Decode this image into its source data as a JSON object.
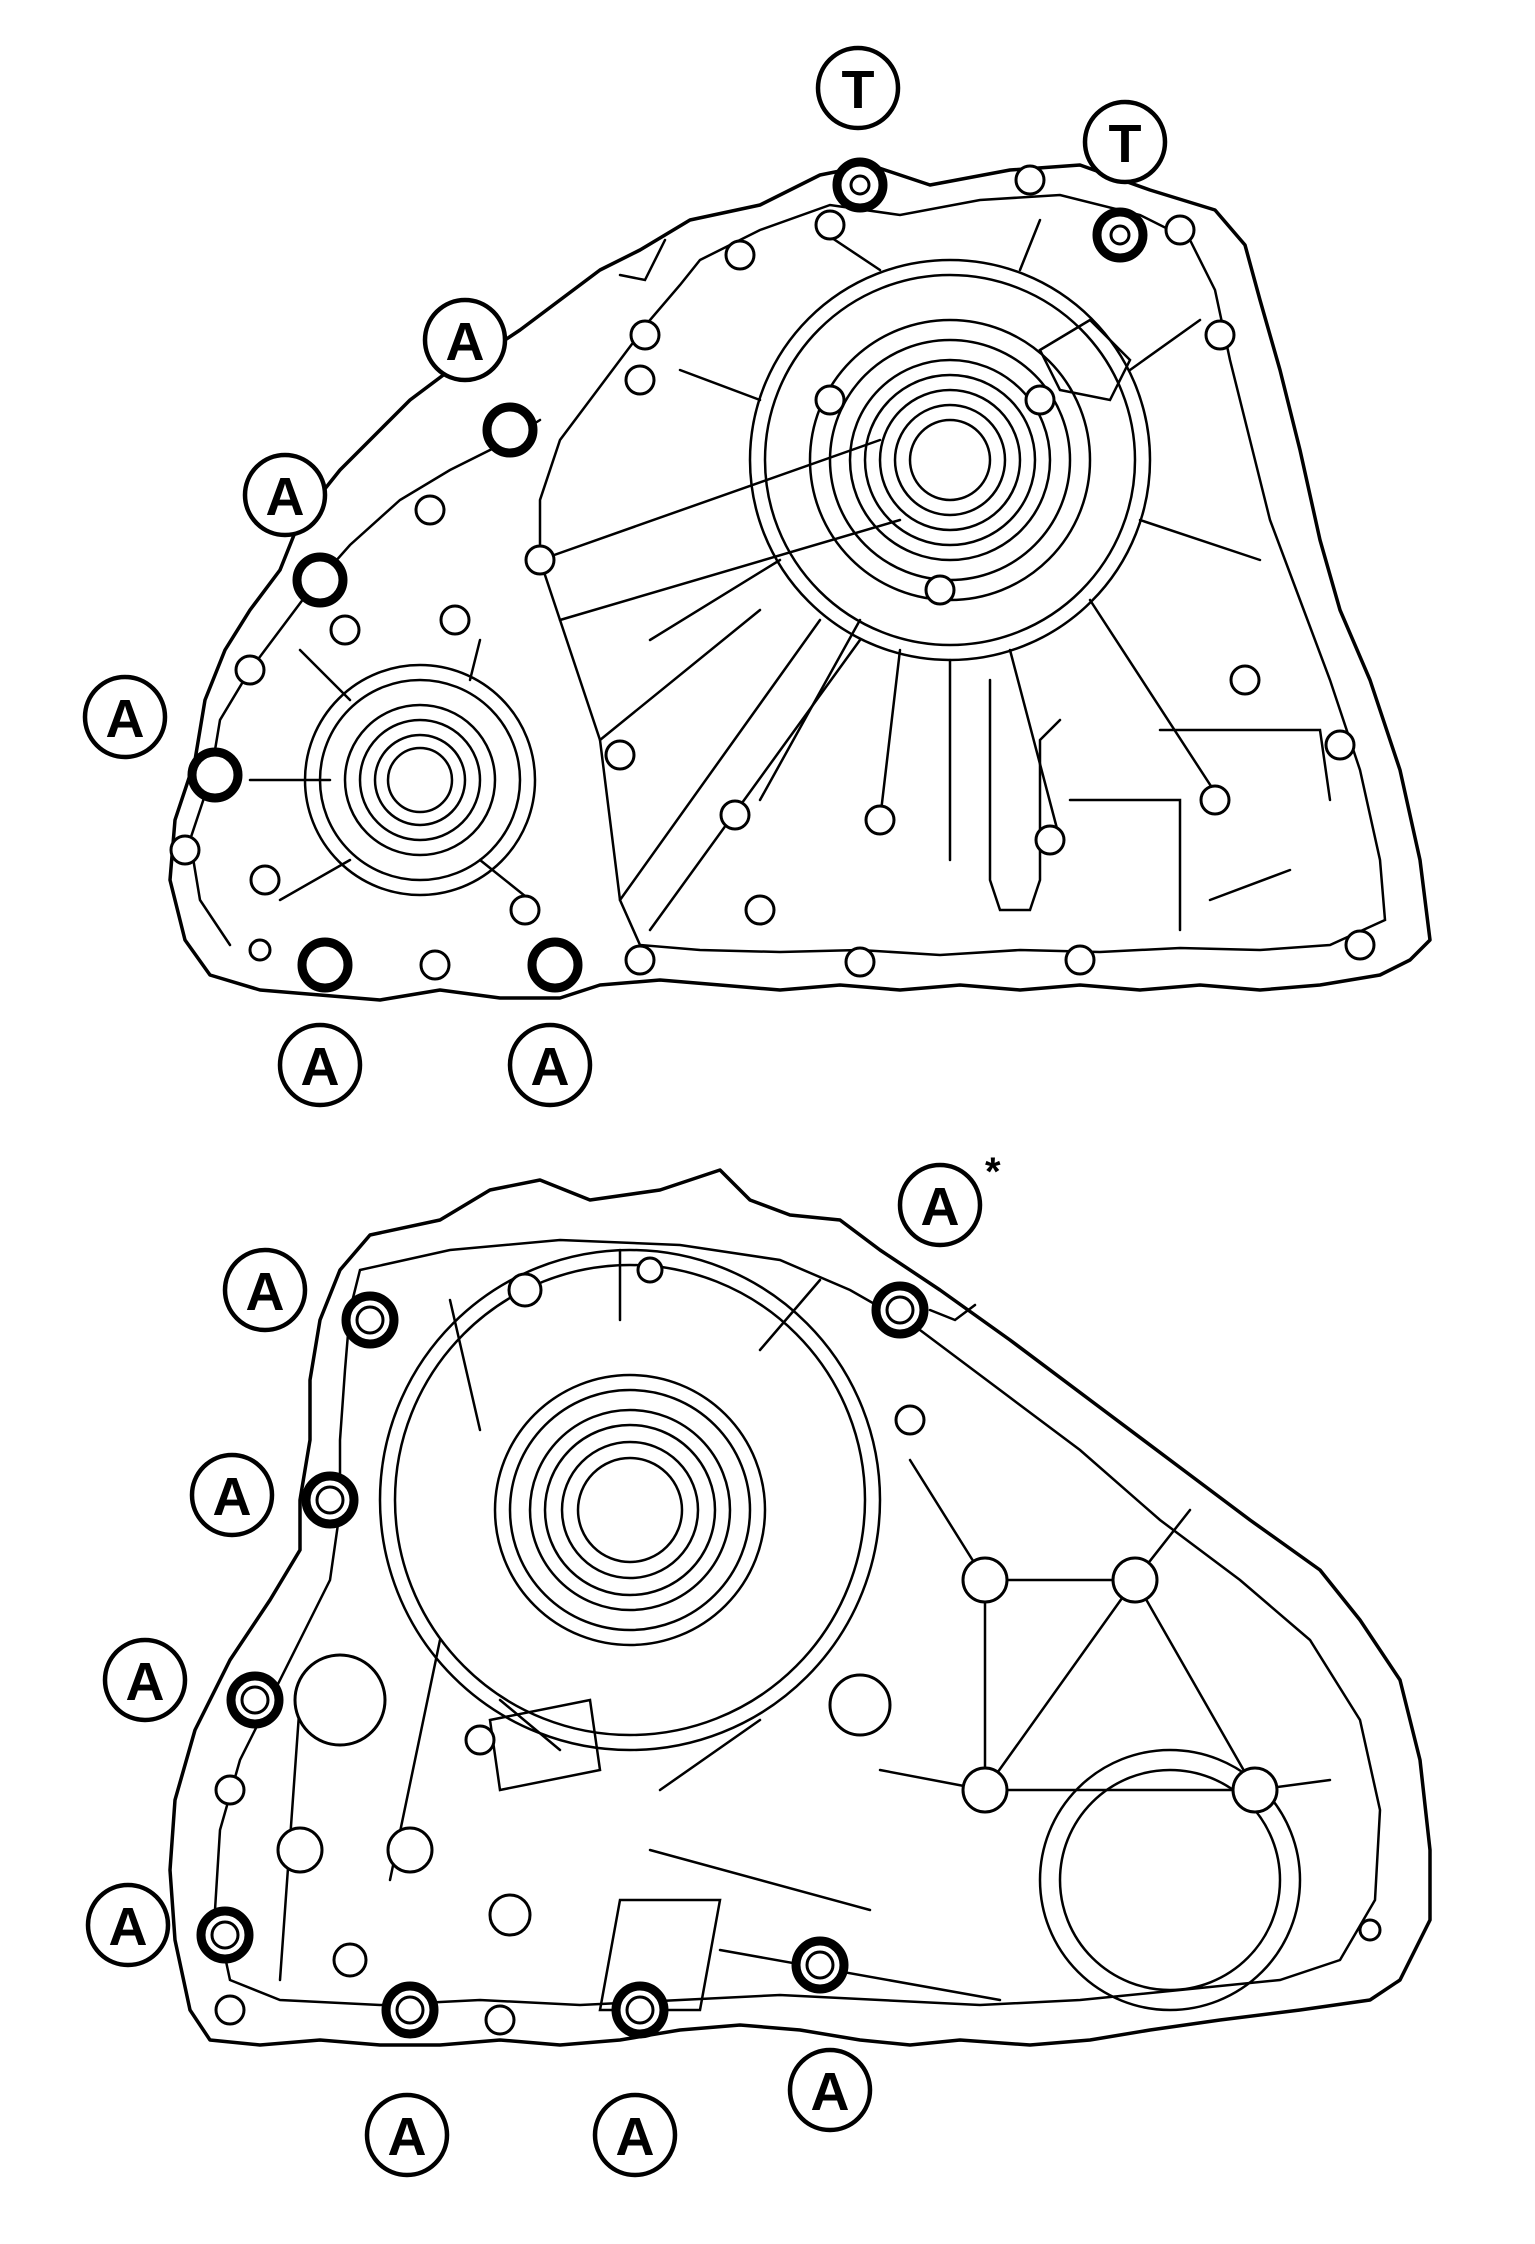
{
  "diagram": {
    "upper_view": {
      "callouts": [
        {
          "label": "T"
        },
        {
          "label": "T"
        },
        {
          "label": "A"
        },
        {
          "label": "A"
        },
        {
          "label": "A"
        },
        {
          "label": "A"
        },
        {
          "label": "A"
        }
      ]
    },
    "lower_view": {
      "callouts": [
        {
          "label": "A",
          "note": "*"
        },
        {
          "label": "A"
        },
        {
          "label": "A"
        },
        {
          "label": "A"
        },
        {
          "label": "A"
        },
        {
          "label": "A"
        },
        {
          "label": "A"
        },
        {
          "label": "A"
        }
      ]
    }
  }
}
